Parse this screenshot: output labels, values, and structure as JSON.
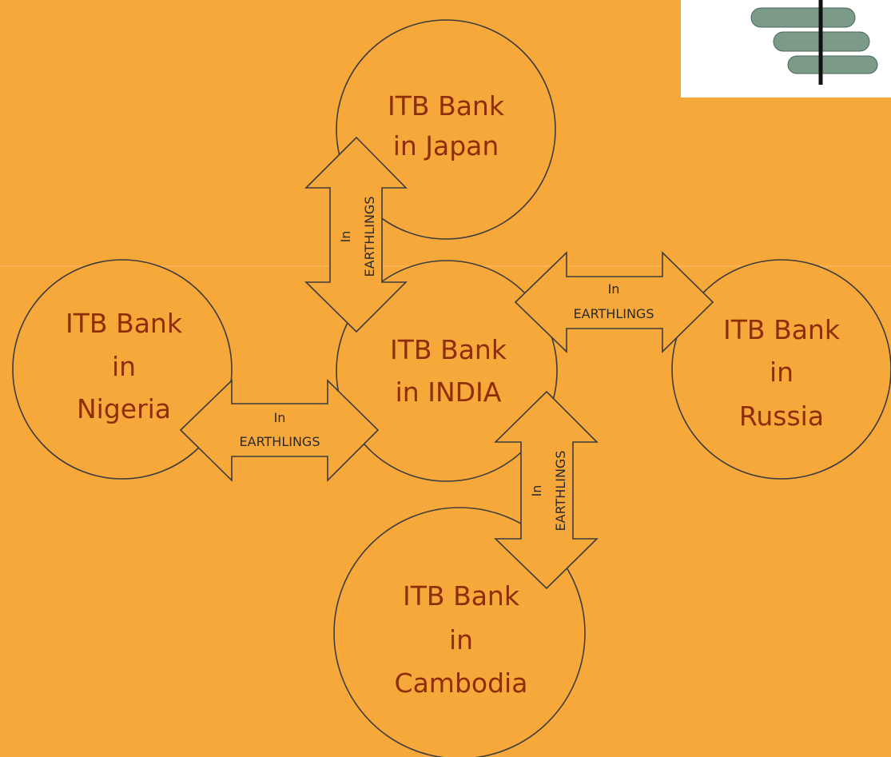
{
  "nodes": {
    "japan": {
      "line1": "ITB Bank",
      "line2": "in Japan"
    },
    "nigeria": {
      "line1": "ITB Bank",
      "line2": "in",
      "line3": "Nigeria"
    },
    "india": {
      "line1": "ITB Bank",
      "line2": "in INDIA"
    },
    "russia": {
      "line1": "ITB Bank",
      "line2": "in",
      "line3": "Russia"
    },
    "cambodia": {
      "line1": "ITB Bank",
      "line2": "in",
      "line3": "Cambodia"
    }
  },
  "arrows": {
    "japan_india": {
      "line1": "In",
      "line2": "EARTHLINGS"
    },
    "nigeria_india": {
      "line1": "In",
      "line2": "EARTHLINGS"
    },
    "india_russia": {
      "line1": "In",
      "line2": "EARTHLINGS"
    },
    "india_cambodia": {
      "line1": "In",
      "line2": "EARTHLINGS"
    }
  },
  "colors": {
    "background": "#f7a83b",
    "node_text": "#8a2f07",
    "outline": "#3c3c3c",
    "logo_leaf": "#7b9a88"
  },
  "logo": {
    "icon": "tree-logo-icon"
  }
}
